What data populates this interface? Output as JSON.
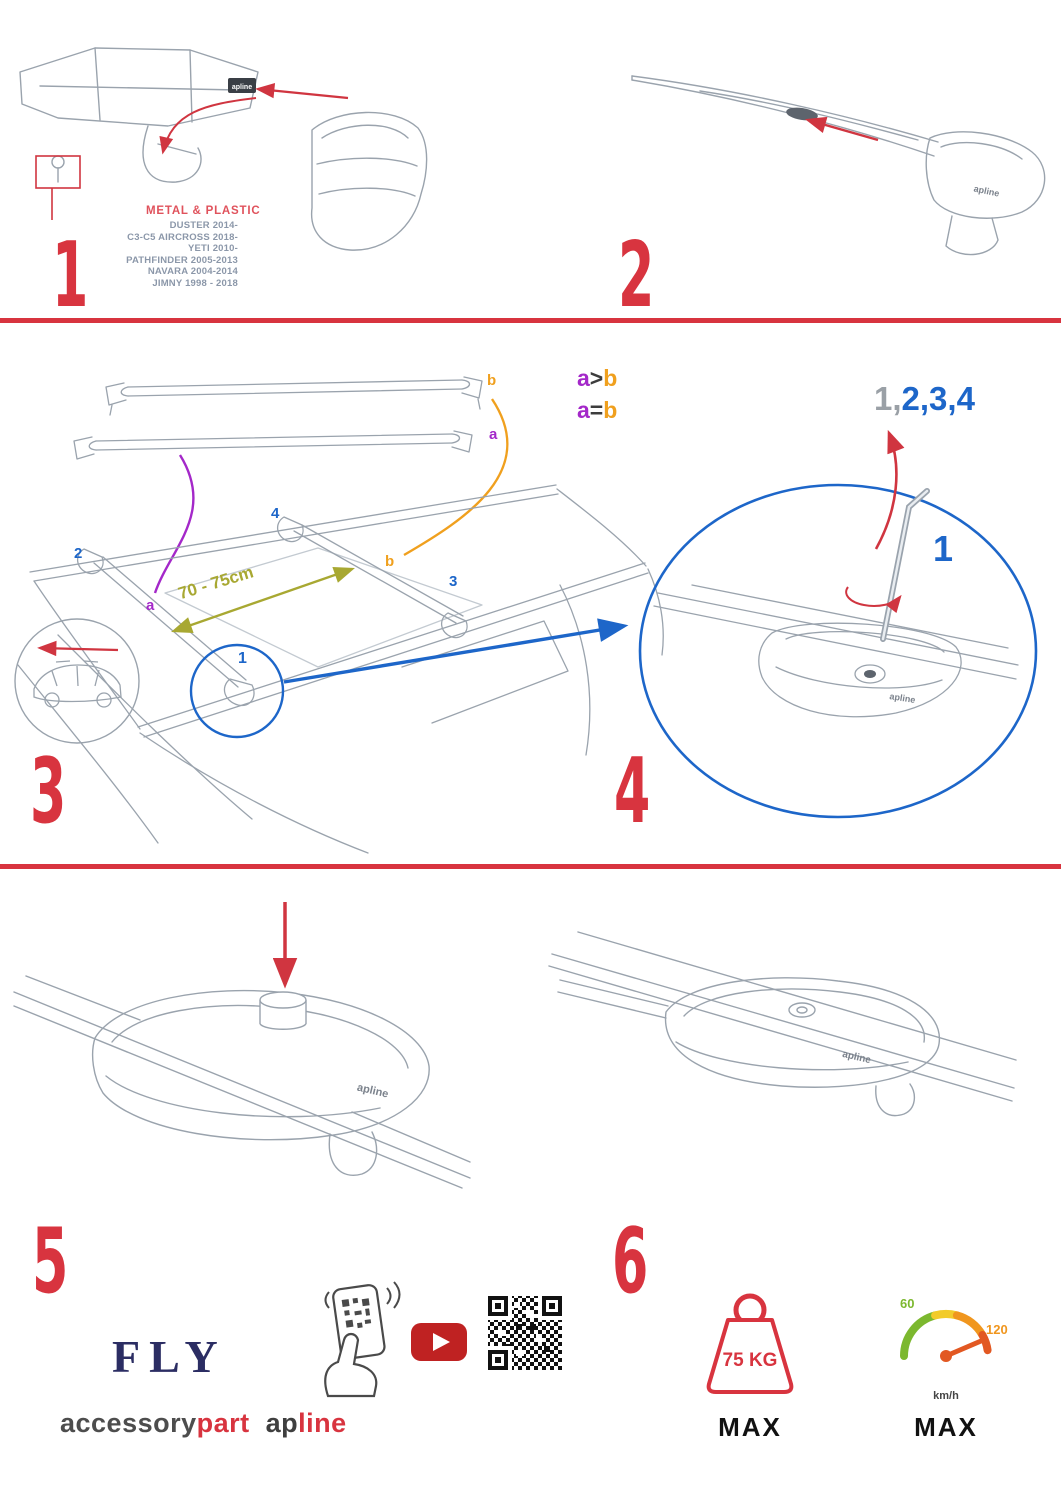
{
  "colors": {
    "red": "#d8343f",
    "blue": "#1d66c9",
    "purple": "#a428c9",
    "orange": "#f0a01e",
    "olive": "#a8a832",
    "green": "#7cb82f",
    "navy": "#2b2d63",
    "model_text": "#8b97a9"
  },
  "steps": {
    "s1": {
      "num": "1",
      "material": "METAL & PLASTIC",
      "models": [
        "DUSTER 2014-",
        "C3-C5 AIRCROSS 2018-",
        "YETI 2010-",
        "PATHFINDER 2005-2013",
        "NAVARA 2004-2014",
        "JIMNY 1998 - 2018"
      ]
    },
    "s2": {
      "num": "2"
    },
    "s3": {
      "num": "3",
      "bar_b": "b",
      "bar_a": "a",
      "cmp1": {
        "a": "a",
        "op": ">",
        "b": "b"
      },
      "cmp2": {
        "a": "a",
        "op": "=",
        "b": "b"
      },
      "distance": "70 - 75cm",
      "pos1": "1",
      "pos2": "2",
      "pos3": "3",
      "pos4": "4",
      "roof_a": "a",
      "roof_b": "b"
    },
    "s4": {
      "num": "4",
      "seq_gray": "1,",
      "seq_blue": "2,3,4",
      "detail_pos": "1"
    },
    "s5": {
      "num": "5"
    },
    "s6": {
      "num": "6"
    }
  },
  "drawing": {
    "brand": "apline"
  },
  "footer": {
    "product": "FLY",
    "brand_gray": "accessory",
    "brand_red": "part",
    "brand2_dark": "ap",
    "brand2_red": "line",
    "weight": "75 KG",
    "weight_max": "MAX",
    "speed_low": "60",
    "speed_high": "120",
    "speed_unit": "km/h",
    "speed_max": "MAX"
  }
}
